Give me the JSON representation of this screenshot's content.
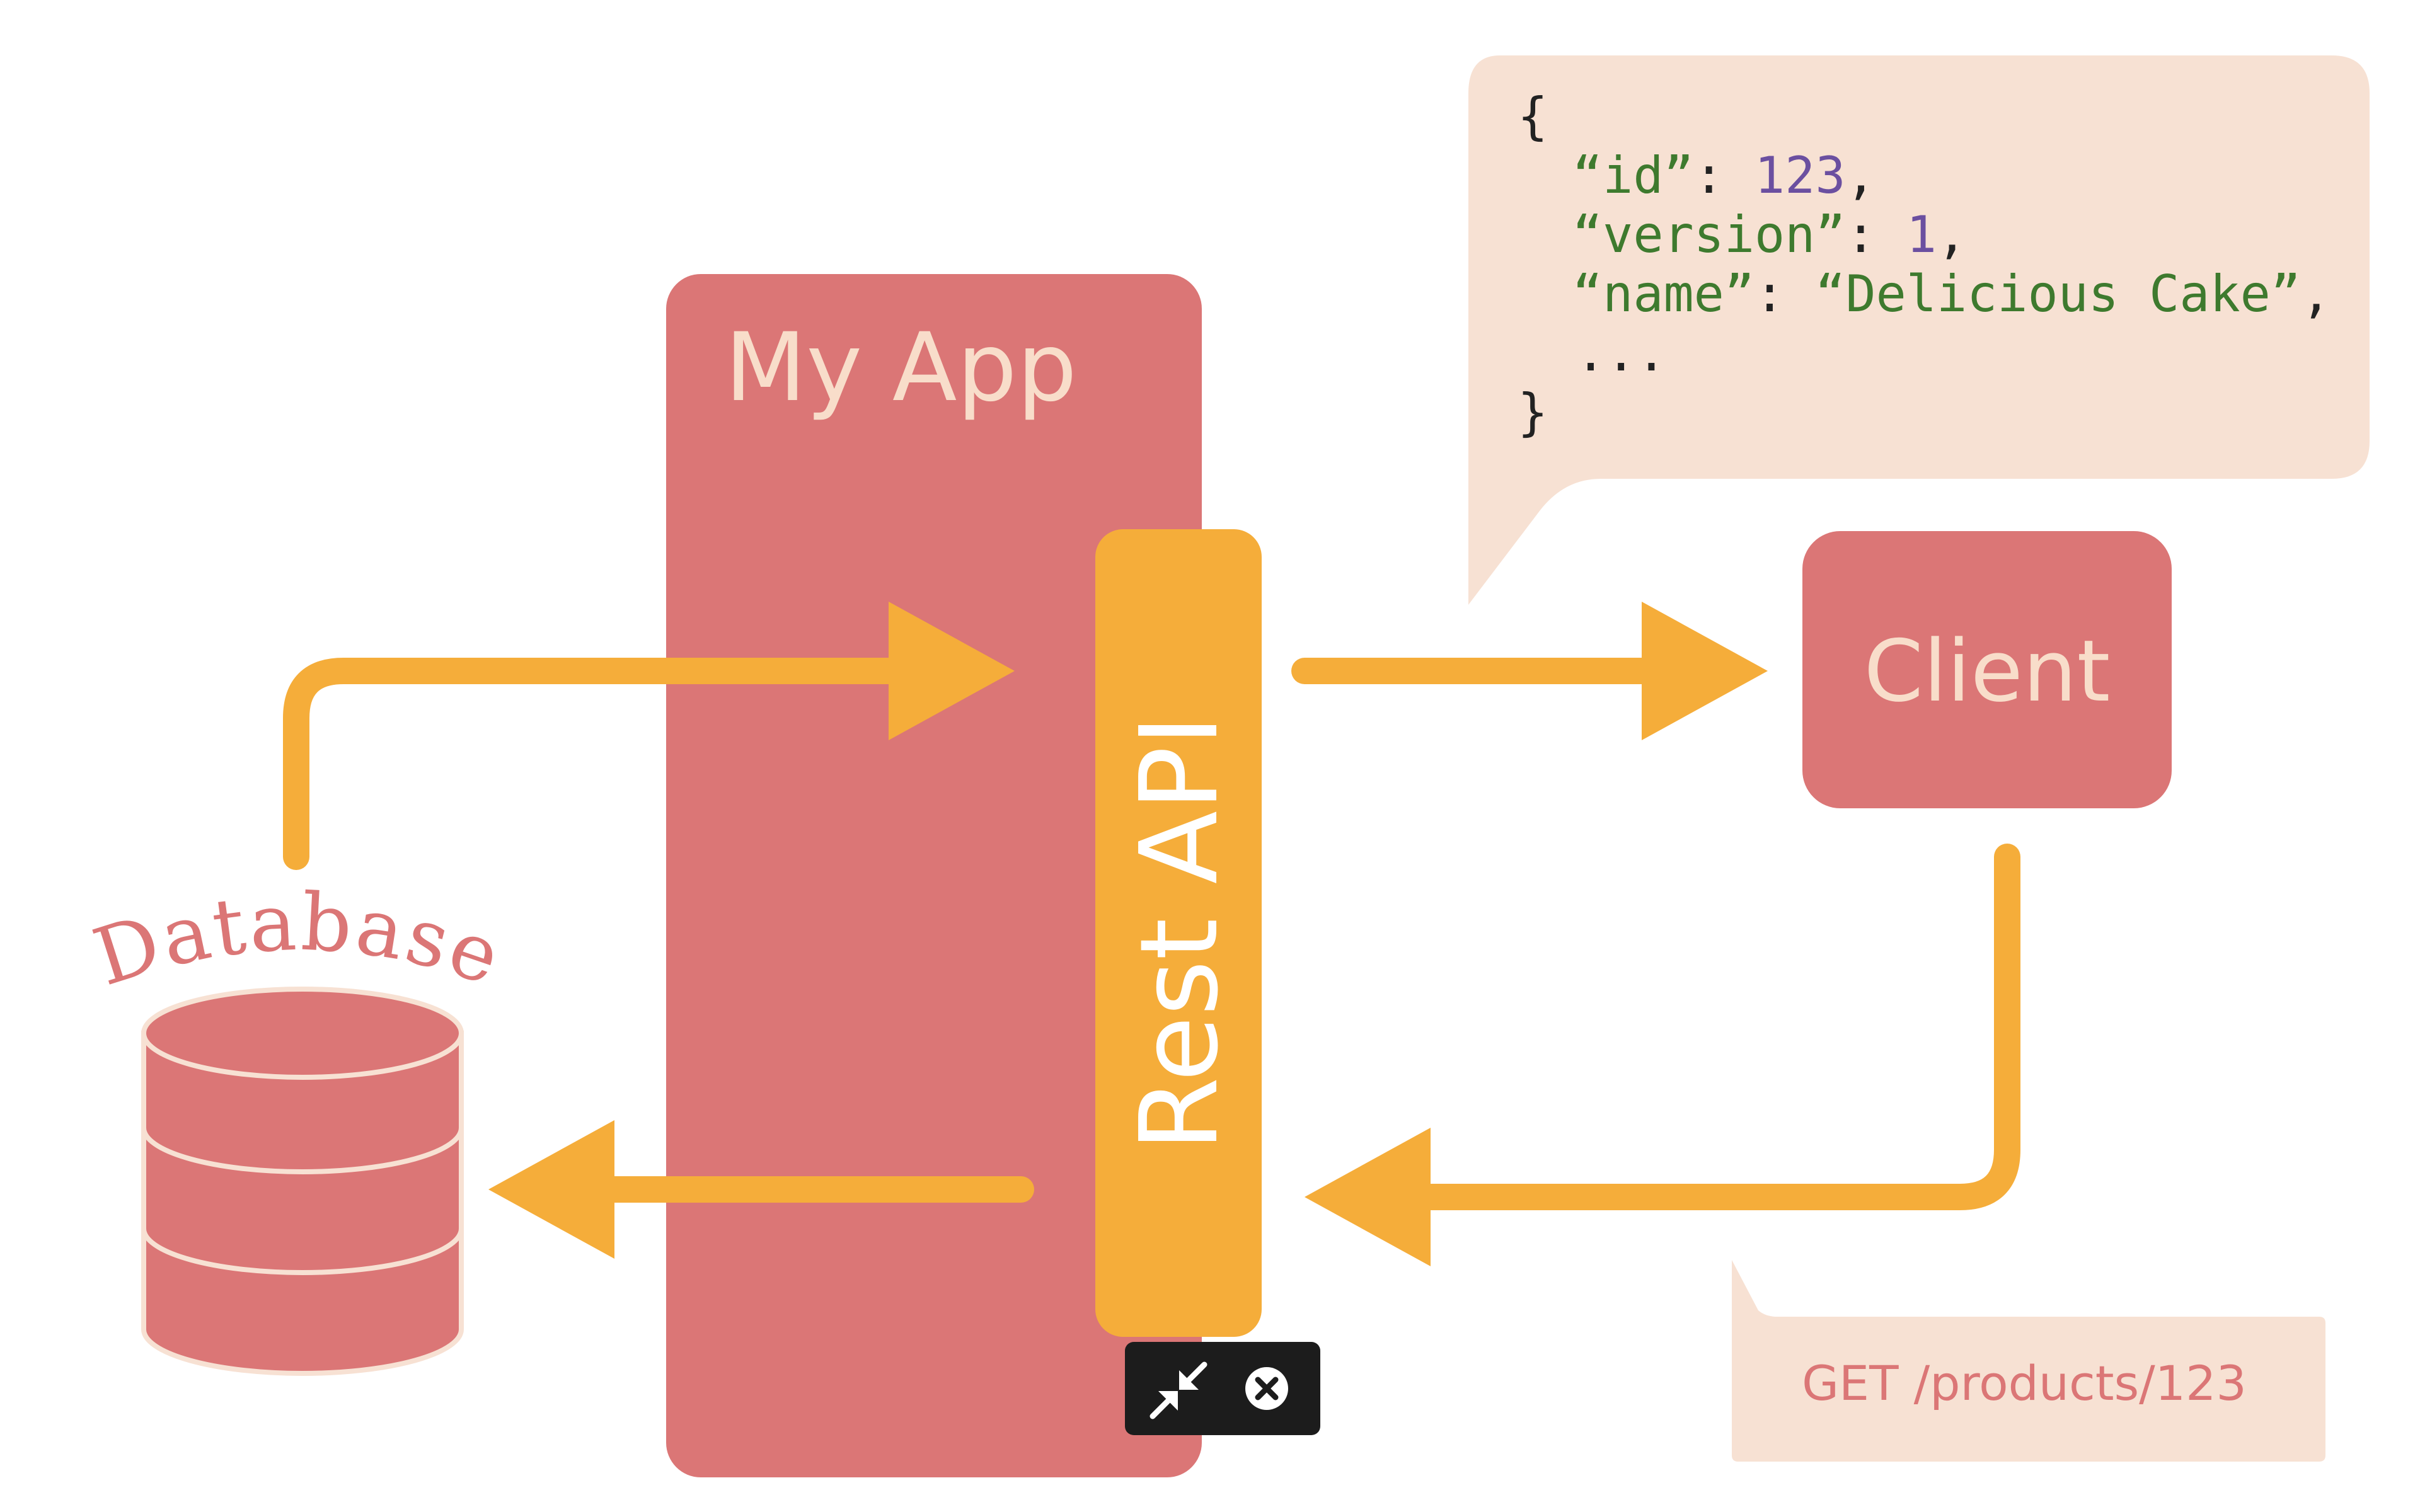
{
  "app": {
    "label": "My App"
  },
  "api": {
    "label": "Rest API"
  },
  "client": {
    "label": "Client"
  },
  "database": {
    "label": "Database"
  },
  "response": {
    "open_brace": "{",
    "lines": [
      {
        "key": "“id”",
        "sep": ": ",
        "value": "123",
        "value_kind": "number",
        "end": ","
      },
      {
        "key": "“version”",
        "sep": ": ",
        "value": "1",
        "value_kind": "number",
        "end": ","
      },
      {
        "key": "“name”",
        "sep": ": ",
        "value": "“Delicious Cake”",
        "value_kind": "string",
        "end": ","
      }
    ],
    "ellipsis": "...",
    "close_brace": "}"
  },
  "request": {
    "label": "GET /products/123"
  },
  "controls": {
    "collapse_icon": "collapse-arrows-icon",
    "close_icon": "close-circle-icon"
  },
  "colors": {
    "app_box": "#DB7676",
    "api_bar": "#F5AD3A",
    "arrow": "#F5AD3A",
    "bubble": "#F7E1D3",
    "label_light": "#F8DDCA",
    "code_key": "#3E7A2E",
    "code_number": "#6B4FA0",
    "code_punct": "#222222",
    "request_text": "#DB7676",
    "control_bg": "#1C1C1C"
  }
}
